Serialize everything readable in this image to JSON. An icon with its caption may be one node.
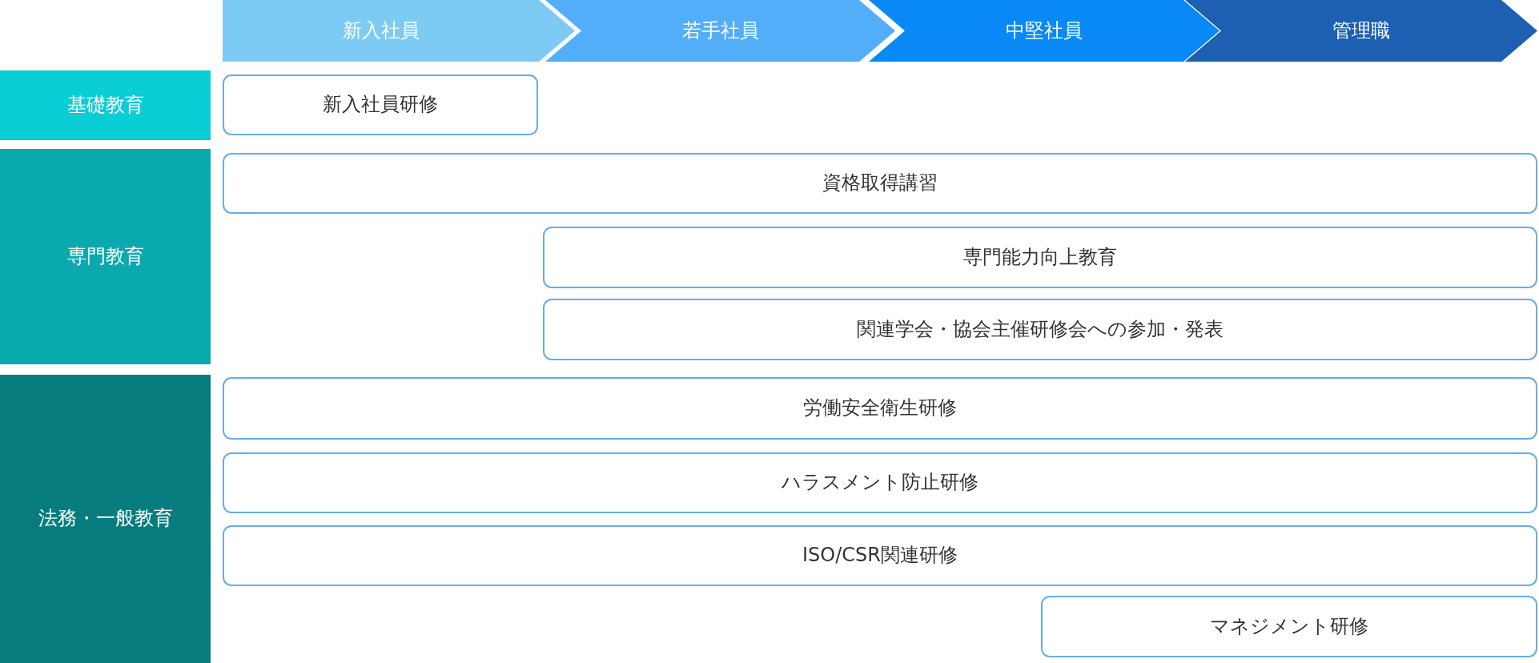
{
  "diagram": {
    "nodes": [
      {
        "text": [
          "新入社員"
        ]
      },
      {
        "text": [
          "若手社員"
        ]
      },
      {
        "text": [
          "中堅社員"
        ]
      },
      {
        "text": [
          "管理職"
        ]
      },
      {
        "text": [
          "基礎教育"
        ]
      },
      {
        "text": [
          "新入社員研修"
        ]
      },
      {
        "text": [
          "専門教育"
        ]
      },
      {
        "text": [
          "資格取得講習"
        ]
      },
      {
        "text": [
          "専門能力向上教育"
        ]
      },
      {
        "text": [
          "関連学会・協会主催研修会への参加・発表"
        ]
      },
      {
        "text": [
          "法務・一般教育"
        ]
      },
      {
        "text": [
          "労働安全衛生研修"
        ]
      },
      {
        "text": [
          "ハラスメント防止研修"
        ]
      },
      {
        "text": [
          "ISO/CSR関連研修"
        ]
      },
      {
        "text": [
          "マネジメント研修"
        ]
      }
    ]
  }
}
